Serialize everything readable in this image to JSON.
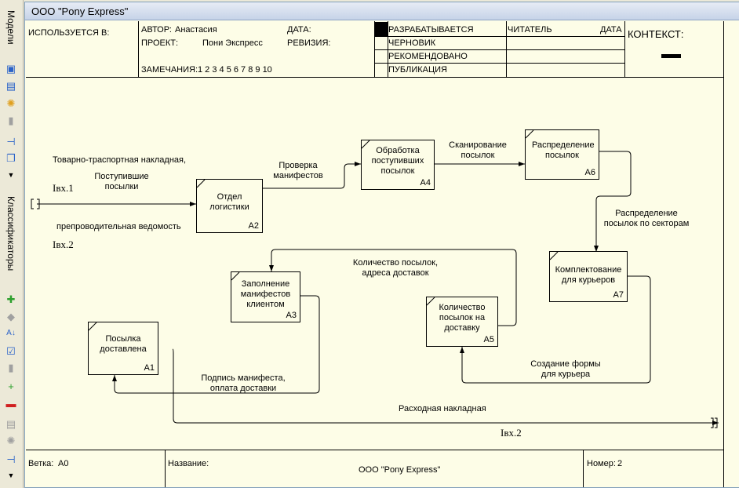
{
  "sidebar": {
    "models_label": "Модели",
    "classifiers_label": "Классификаторы"
  },
  "window": {
    "title": "ООО \"Pony Express\""
  },
  "header": {
    "used_in": "ИСПОЛЬЗУЕТСЯ В:",
    "author_label": "АВТОР:",
    "author": "Анастасия",
    "date_label": "ДАТА:",
    "project_label": "ПРОЕКТ:",
    "project": "Пони Экспресс",
    "revision_label": "РЕВИЗИЯ:",
    "notes_label": "ЗАМЕЧАНИЯ:",
    "notes_numbers": "1 2 3 4 5 6 7 8 9 10",
    "status_working": "РАЗРАБАТЫВАЕТСЯ",
    "status_draft": "ЧЕРНОВИК",
    "status_recommended": "РЕКОМЕНДОВАНО",
    "status_publication": "ПУБЛИКАЦИЯ",
    "reader_label": "ЧИТАТЕЛЬ",
    "reader_date_label": "ДАТА",
    "context_label": "КОНТЕКСТ:"
  },
  "diagram": {
    "boxes": [
      {
        "id": "A1",
        "title": "Посылка доставлена",
        "number": "A1"
      },
      {
        "id": "A2",
        "title": "Отдел логистики",
        "number": "A2"
      },
      {
        "id": "A3",
        "title": "Заполнение манифестов клиентом",
        "number": "A3"
      },
      {
        "id": "A4",
        "title": "Обработка поступивших посылок",
        "number": "A4"
      },
      {
        "id": "A5",
        "title": "Количество посылок на доставку",
        "number": "A5"
      },
      {
        "id": "A6",
        "title": "Распределение посылок",
        "number": "A6"
      },
      {
        "id": "A7",
        "title": "Комплектование для курьеров",
        "number": "A7"
      }
    ],
    "labels": {
      "waybill": "Товарно-траспортная накладная,",
      "incoming": "Поступившие посылки",
      "ibx1": "Iвх.1",
      "cover_sheet": "препроводительная ведомость",
      "ibx2_left": "Iвх.2",
      "check_manifests": "Проверка манифестов",
      "scanning": "Сканирование посылок",
      "sector_distribution": "Распределение посылок по секторам",
      "count_addresses": "Количество посылок, адреса доставок",
      "courier_form": "Создание формы для курьера",
      "sign_manifest": "Подпись манифеста, оплата доставки",
      "expense_invoice": "Расходная накладная",
      "ibx2_right": "Iвх.2"
    }
  },
  "footer": {
    "node_label": "Ветка:",
    "node": "А0",
    "name_label": "Название:",
    "name": "ООО \"Pony Express\"",
    "number_label": "Номер:",
    "number": "2"
  }
}
